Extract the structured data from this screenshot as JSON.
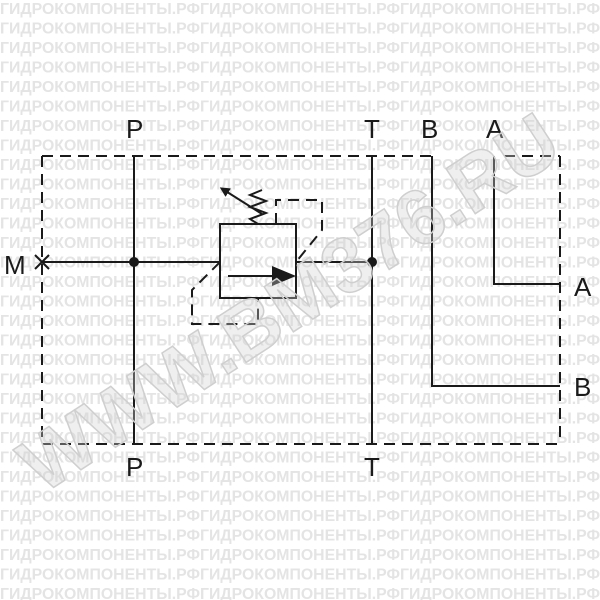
{
  "labels": {
    "port_p_top": "P",
    "port_p_bottom": "P",
    "port_t_top": "T",
    "port_t_bottom": "T",
    "port_b_top": "B",
    "port_a_top": "A",
    "port_a_right": "A",
    "port_b_right": "B",
    "port_m_left": "M"
  },
  "watermark": {
    "row_text": "ГИДРОКОМПОНЕНТЫ.РФГИДРОКОМПОНЕНТЫ.РФГИДРОКОМПОНЕНТЫ.РФ",
    "diagonal_text": "WWW.BM376.RU"
  },
  "colors": {
    "line": "#1a1a1a",
    "watermark_rows": "#e4e4e4",
    "watermark_diagonal": "#cfcfcf"
  }
}
